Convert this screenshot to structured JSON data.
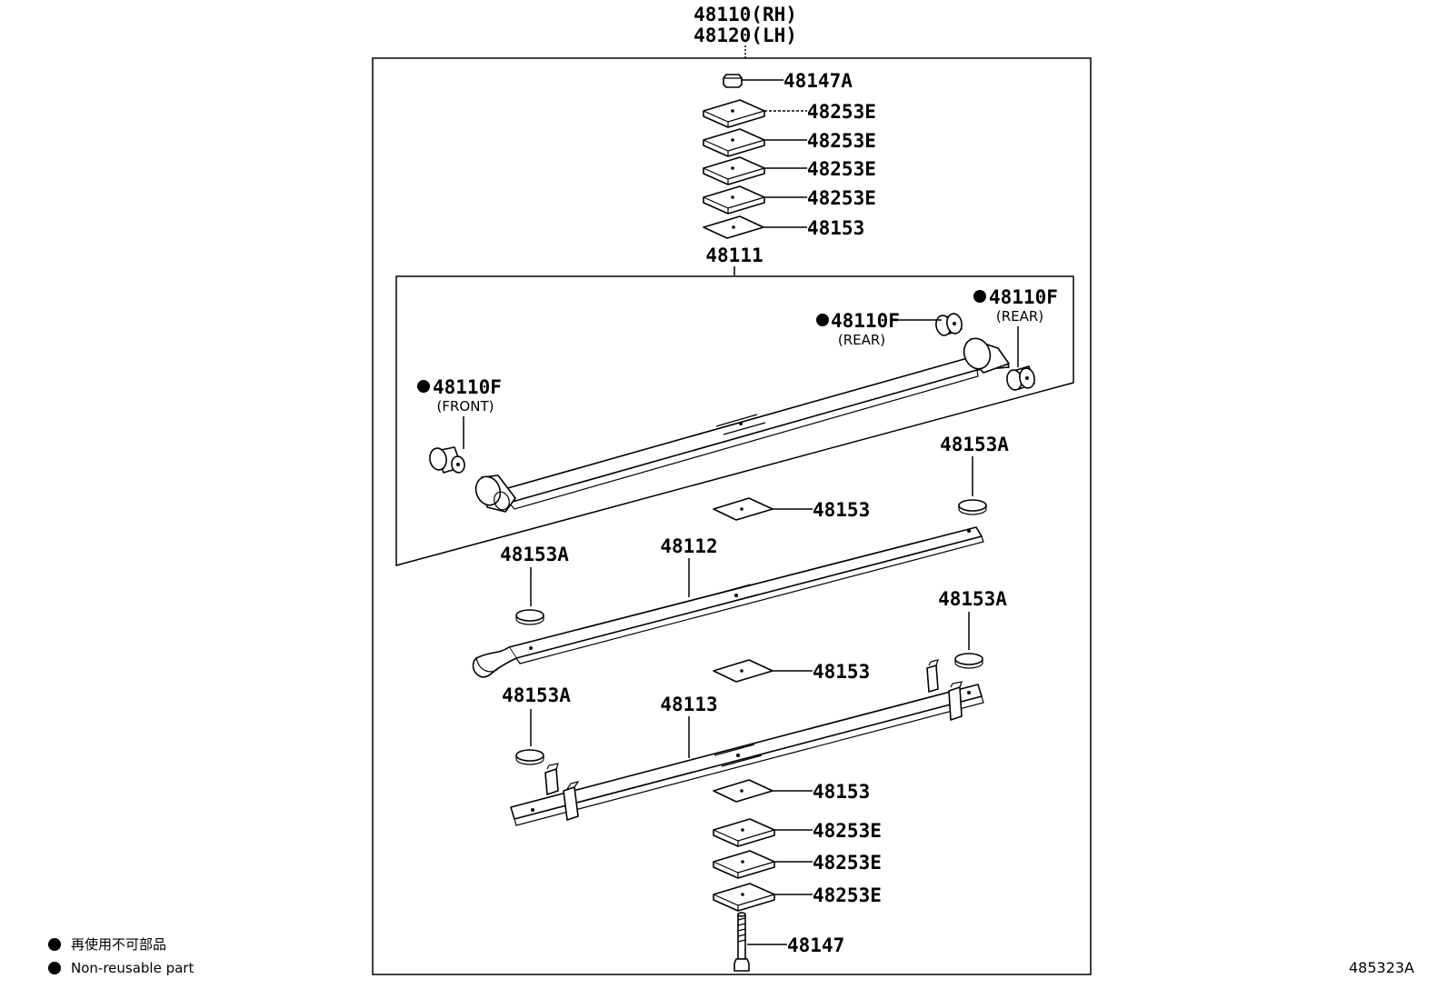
{
  "assembly": {
    "rh": "48110(RH)",
    "lh": "48120(LH)"
  },
  "parts": {
    "p48147A": "48147A",
    "p48253E_1": "48253E",
    "p48253E_2": "48253E",
    "p48253E_3": "48253E",
    "p48253E_4": "48253E",
    "p48153_top": "48153",
    "p48111": "48111",
    "p48110F_rear_inner": "48110F",
    "p48110F_rear_outer": "48110F",
    "p48110F_front": "48110F",
    "rear_note_1": "(REAR)",
    "rear_note_2": "(REAR)",
    "front_note": "(FRONT)",
    "p48153A_1": "48153A",
    "p48153_mid": "48153",
    "p48153A_2": "48153A",
    "p48112": "48112",
    "p48153A_3": "48153A",
    "p48153_low": "48153",
    "p48153A_4": "48153A",
    "p48113": "48113",
    "p48153_bot": "48153",
    "p48253E_5": "48253E",
    "p48253E_6": "48253E",
    "p48253E_7": "48253E",
    "p48147": "48147"
  },
  "legend": [
    {
      "icon": "filled-circle-icon",
      "text": "再使用不可部品"
    },
    {
      "icon": "filled-circle-icon",
      "text": "Non-reusable part"
    }
  ],
  "diagram_code": "485323A"
}
